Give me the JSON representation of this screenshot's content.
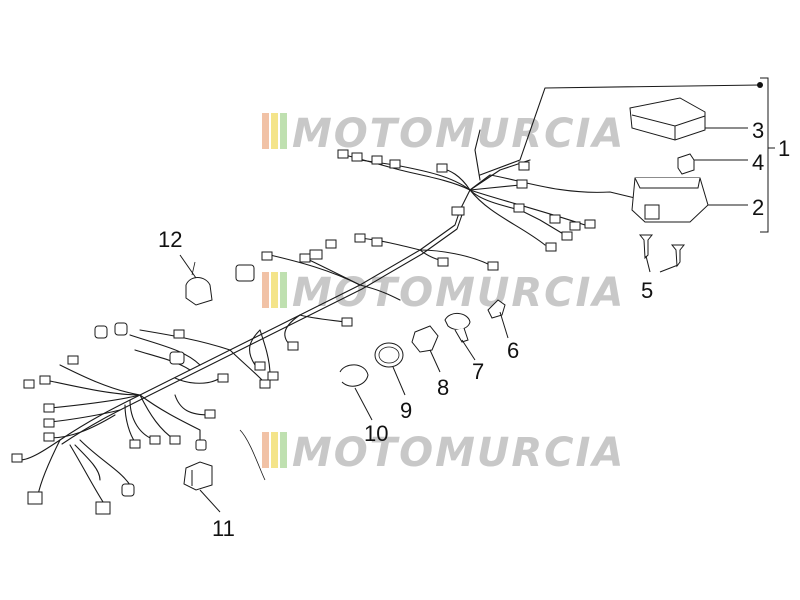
{
  "watermark": {
    "text": "MOTOMURCIA",
    "stripe_colors": [
      "#f1c2a6",
      "#f4e48a",
      "#bfe0b0"
    ]
  },
  "callouts": [
    {
      "id": "1",
      "label": "1"
    },
    {
      "id": "2",
      "label": "2"
    },
    {
      "id": "3",
      "label": "3"
    },
    {
      "id": "4",
      "label": "4"
    },
    {
      "id": "5",
      "label": "5"
    },
    {
      "id": "6",
      "label": "6"
    },
    {
      "id": "7",
      "label": "7"
    },
    {
      "id": "8",
      "label": "8"
    },
    {
      "id": "9",
      "label": "9"
    },
    {
      "id": "10",
      "label": "10"
    },
    {
      "id": "11",
      "label": "11"
    },
    {
      "id": "12",
      "label": "12"
    }
  ]
}
